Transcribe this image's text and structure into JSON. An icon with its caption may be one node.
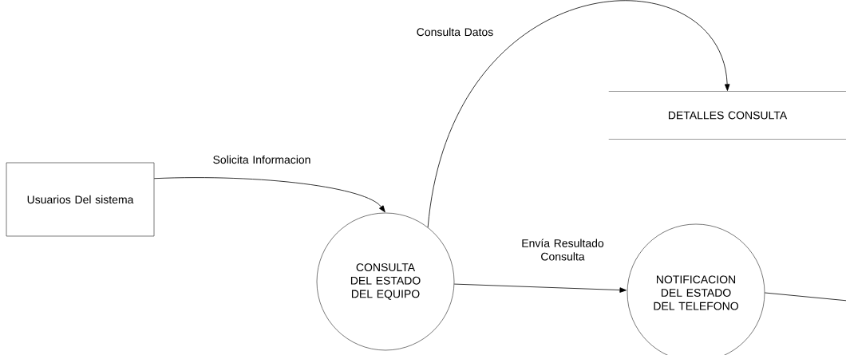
{
  "diagram": {
    "nodes": [
      {
        "text": [
          "Usuarios Del sistema"
        ]
      },
      {
        "text": [
          "CONSULTA DEL ESTADO DEL EQUIPO"
        ]
      },
      {
        "text": [
          "NOTIFICACION DEL ESTADO DEL TELEFONO"
        ]
      },
      {
        "text": [
          "DETALLES CONSULTA"
        ]
      }
    ],
    "edges": [
      {
        "from": 0,
        "to": 1,
        "arrow": "to",
        "label": "Solicita Informacion"
      },
      {
        "from": 1,
        "to": 3,
        "arrow": "to",
        "label": "Consulta Datos"
      },
      {
        "from": 1,
        "to": 2,
        "arrow": "to",
        "label": "Envía Resultado Consulta"
      },
      {
        "from": 2,
        "to": null,
        "arrow": "none"
      }
    ]
  }
}
